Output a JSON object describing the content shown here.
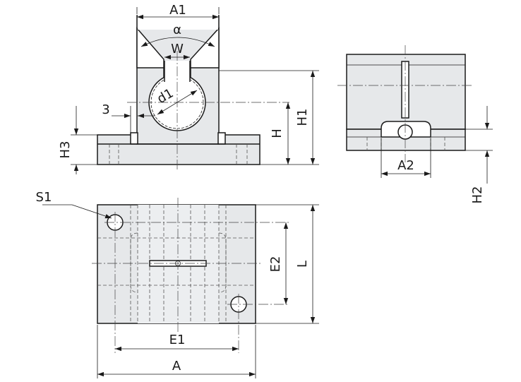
{
  "labels": {
    "A1": "A1",
    "alpha": "α",
    "W": "W",
    "d1": "d1",
    "three": "3",
    "H": "H",
    "H1": "H1",
    "H3": "H3",
    "A2": "A2",
    "H2": "H2",
    "S1": "S1",
    "E2": "E2",
    "L": "L",
    "E1": "E1",
    "A": "A"
  }
}
